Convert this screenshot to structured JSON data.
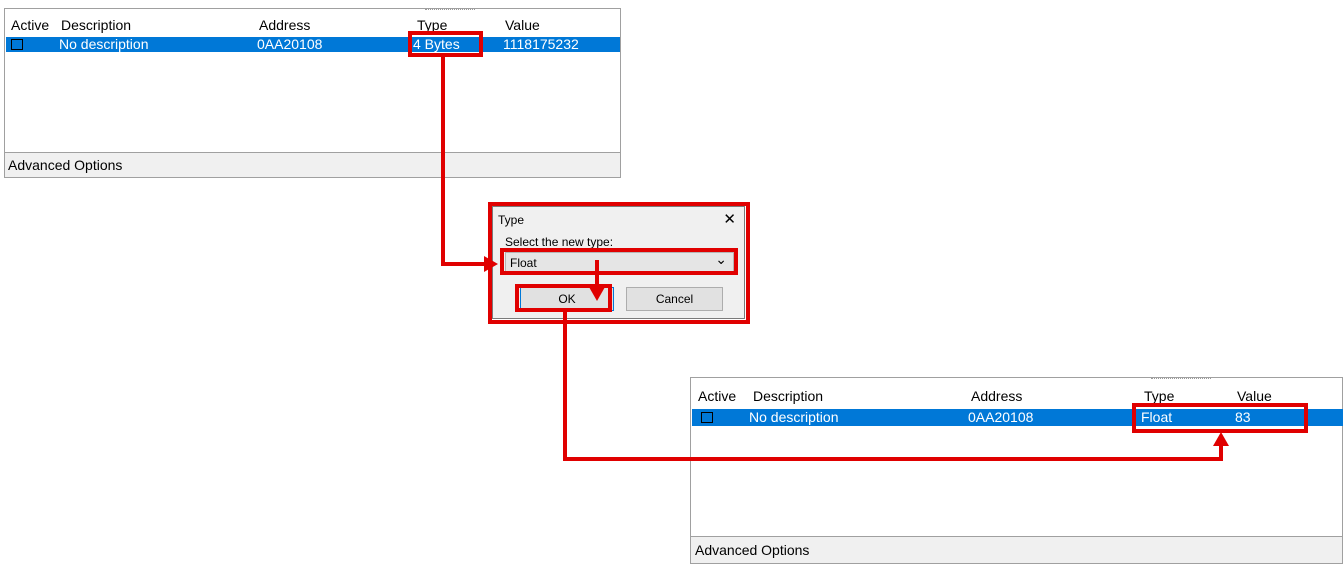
{
  "top_panel": {
    "columns": {
      "active": "Active",
      "description": "Description",
      "address": "Address",
      "type": "Type",
      "value": "Value"
    },
    "row": {
      "description": "No description",
      "address": "0AA20108",
      "type": "4 Bytes",
      "value": "1118175232"
    },
    "footer": "Advanced Options"
  },
  "dialog": {
    "title": "Type",
    "close_glyph": "✕",
    "prompt": "Select the new type:",
    "selected_type": "Float",
    "chevron": "⌄",
    "ok_label": "OK",
    "cancel_label": "Cancel"
  },
  "bottom_panel": {
    "columns": {
      "active": "Active",
      "description": "Description",
      "address": "Address",
      "type": "Type",
      "value": "Value"
    },
    "row": {
      "description": "No description",
      "address": "0AA20108",
      "type": "Float",
      "value": "83"
    },
    "footer": "Advanced Options"
  },
  "colors": {
    "selection": "#0078d7",
    "annotation": "#e00000"
  }
}
